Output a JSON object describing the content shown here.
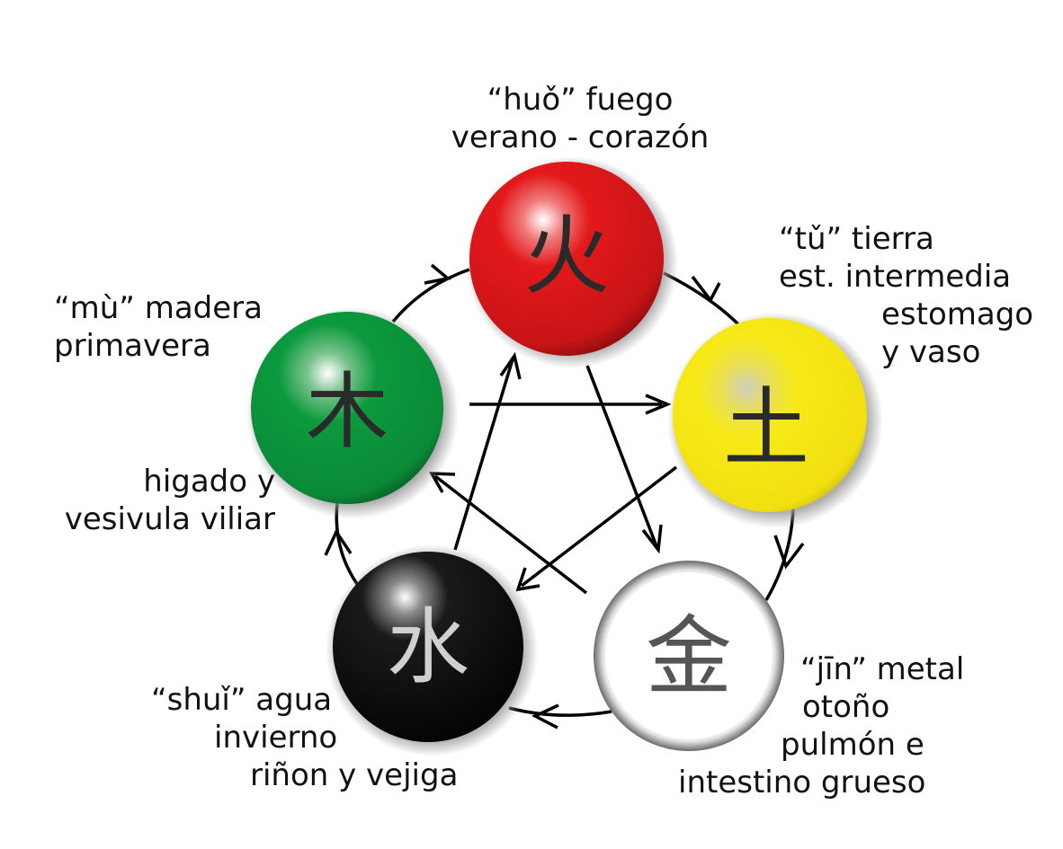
{
  "elements": {
    "fire": {
      "character": "火",
      "color": "#e3191b",
      "lines": [
        "“huǒ” fuego",
        "verano - corazón"
      ]
    },
    "earth": {
      "character": "土",
      "color": "#f5e61a",
      "lines": [
        "“tǔ” tierra",
        "est. intermedia",
        "estomago",
        "y vaso"
      ]
    },
    "metal": {
      "character": "金",
      "color": "#ffffff",
      "lines": [
        "“jīn” metal",
        "otoño",
        "pulmón e",
        "intestino grueso"
      ]
    },
    "water": {
      "character": "水",
      "color": "#111111",
      "lines": [
        "“shuǐ” agua",
        "invierno",
        "riñon y vejiga"
      ]
    },
    "wood": {
      "character": "木",
      "color": "#0c9a3e",
      "lines": [
        "“mù” madera",
        "primavera"
      ],
      "extra_lines": [
        "higado y",
        "vesivula viliar"
      ]
    }
  }
}
